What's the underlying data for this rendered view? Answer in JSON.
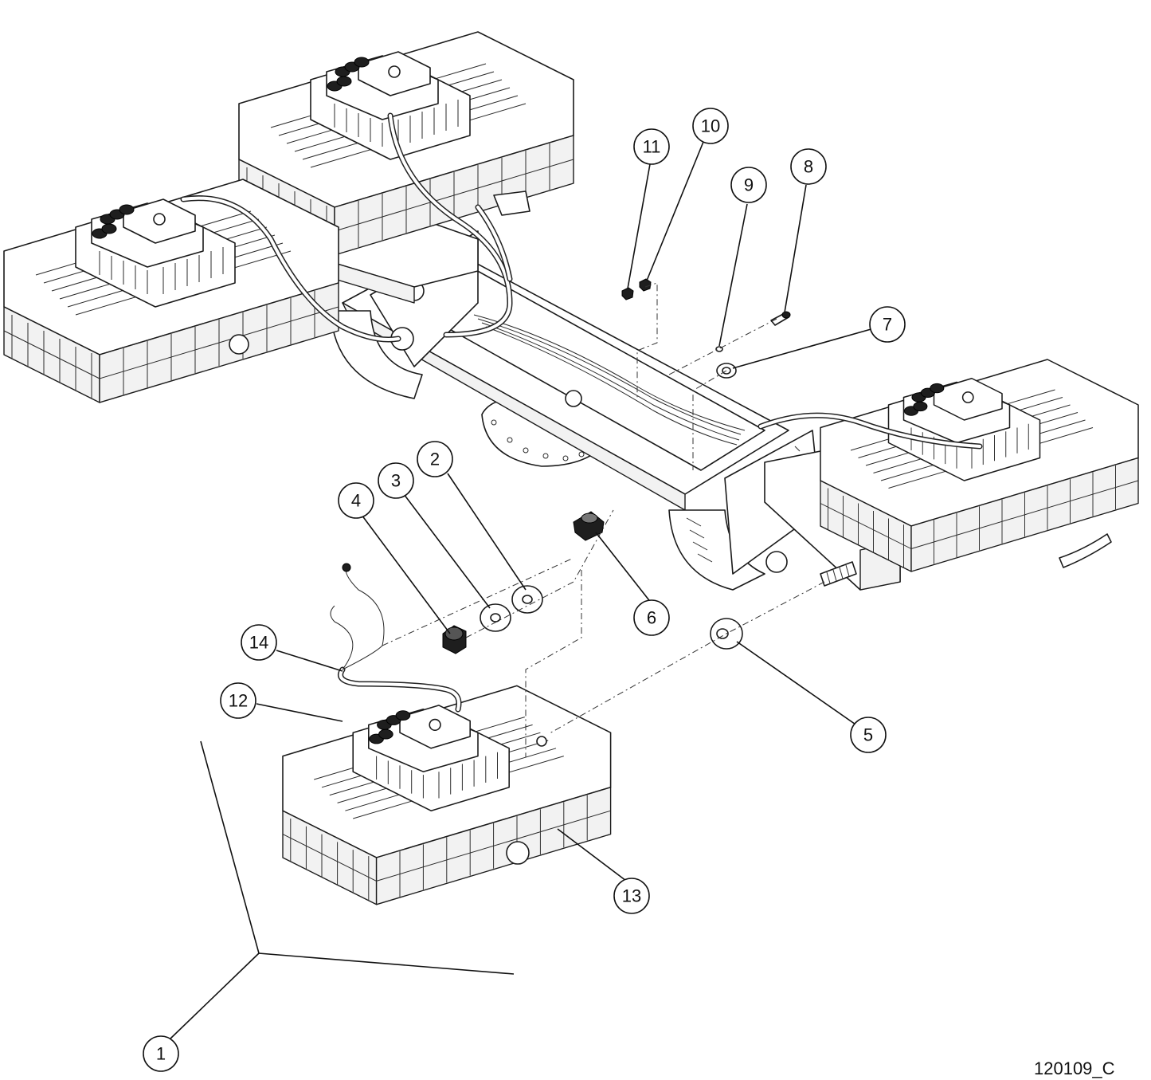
{
  "callouts": [
    {
      "id": "1",
      "label": "1"
    },
    {
      "id": "2",
      "label": "2"
    },
    {
      "id": "3",
      "label": "3"
    },
    {
      "id": "4",
      "label": "4"
    },
    {
      "id": "5",
      "label": "5"
    },
    {
      "id": "6",
      "label": "6"
    },
    {
      "id": "7",
      "label": "7"
    },
    {
      "id": "8",
      "label": "8"
    },
    {
      "id": "9",
      "label": "9"
    },
    {
      "id": "10",
      "label": "10"
    },
    {
      "id": "11",
      "label": "11"
    },
    {
      "id": "12",
      "label": "12"
    },
    {
      "id": "13",
      "label": "13"
    },
    {
      "id": "14",
      "label": "14"
    }
  ],
  "drawing_number": "120109_C"
}
